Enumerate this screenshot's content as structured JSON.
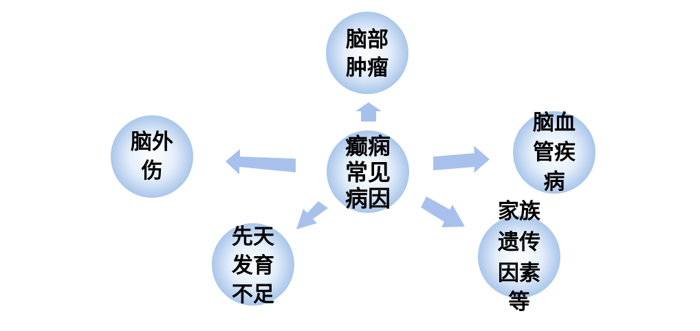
{
  "diagram": {
    "center": {
      "lines": [
        "癫痫",
        "常见",
        "病因"
      ]
    },
    "causes": [
      {
        "id": "tumor",
        "lines": [
          "脑部",
          "肿瘤"
        ]
      },
      {
        "id": "vascular",
        "lines": [
          "脑血",
          "管疾",
          "病"
        ]
      },
      {
        "id": "genetic",
        "lines": [
          "家族",
          "遗传",
          "因素",
          "等"
        ]
      },
      {
        "id": "congenital",
        "lines": [
          "先天",
          "发育",
          "不足"
        ]
      },
      {
        "id": "trauma",
        "lines": [
          "脑外",
          "伤"
        ]
      }
    ]
  },
  "colors": {
    "bubble_edge": "#a9c6ea",
    "bubble_mid": "#d6e5f7",
    "bubble_center": "#ffffff",
    "arrow": "#a7c1ec",
    "text": "#000000"
  }
}
